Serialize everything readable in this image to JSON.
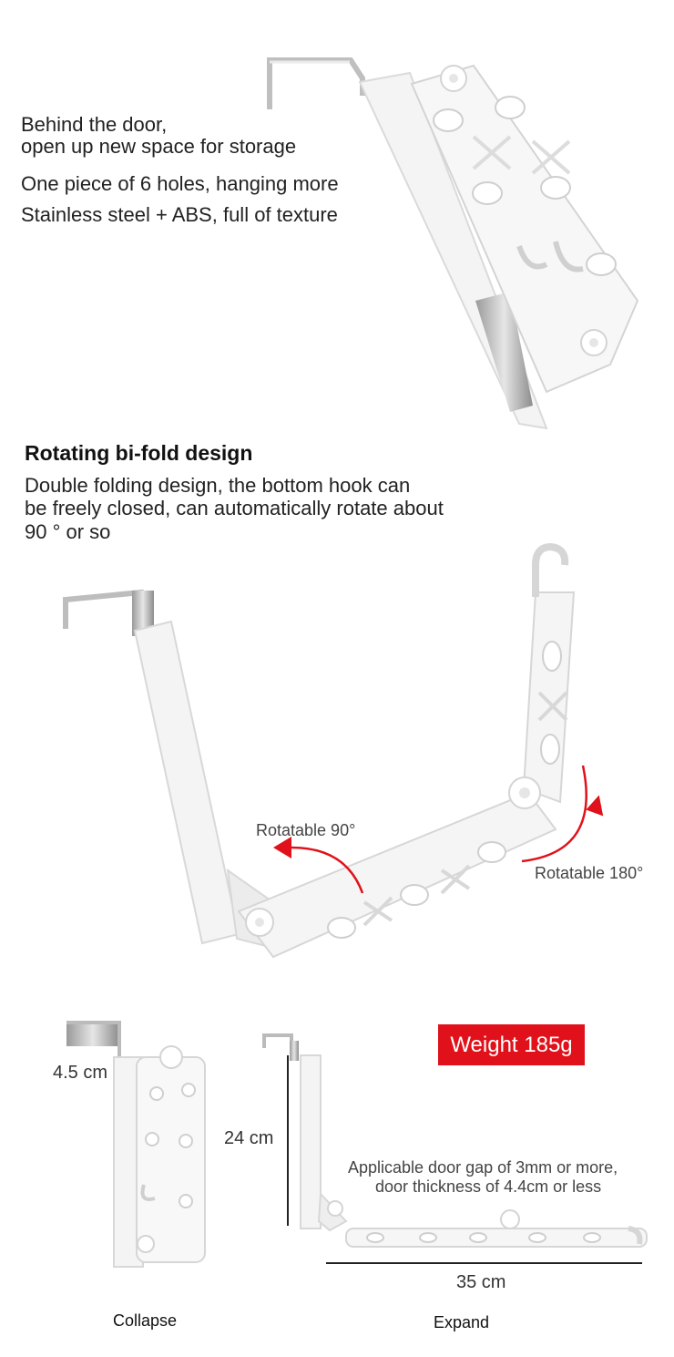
{
  "section1": {
    "line1": "Behind the door,",
    "line2": "open up new space for storage",
    "line3": "One piece of 6 holes, hanging more",
    "line4": "Stainless steel + ABS, full of texture"
  },
  "section2": {
    "heading": "Rotating bi-fold design",
    "line1": "Double folding design, the bottom hook can",
    "line2": "be freely closed, can automatically rotate about",
    "line3": "90 ° or so",
    "rot90": "Rotatable 90°",
    "rot180": "Rotatable 180°"
  },
  "section3": {
    "width_dim": "4.5 cm",
    "height_dim": "24 cm",
    "weight": "Weight 185g",
    "note1": "Applicable door gap of 3mm or more,",
    "note2": "door thickness of 4.4cm or less",
    "length_dim": "35 cm",
    "collapse": "Collapse",
    "expand": "Expand"
  },
  "colors": {
    "accent": "#e0111a",
    "plastic": "#f4f4f4",
    "outline": "#d8d8d8"
  }
}
